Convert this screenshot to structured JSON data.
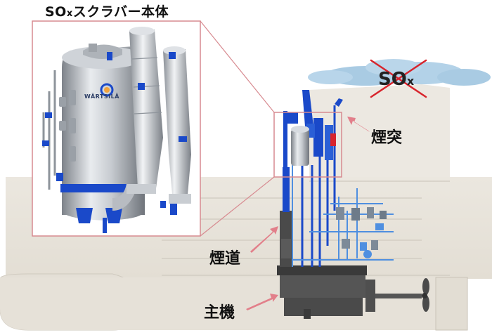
{
  "labels": {
    "scrubber_title_main": "SO",
    "scrubber_title_sub": "x",
    "scrubber_title_rest": "スクラバー本体",
    "chimney": "煙突",
    "flue": "煙道",
    "main_engine": "主機",
    "sox_main": "SO",
    "sox_sub": "x",
    "brand": "WÄRTSILÄ"
  },
  "colors": {
    "hull": "#e9e5dd",
    "hull_stroke": "#c9c4b9",
    "pipe_blue": "#1a49c9",
    "pipe_light": "#4f8fe0",
    "arrow_pink": "#e27f8a",
    "box_red": "#d78a90",
    "cloud": "#a9cbe3",
    "cross_red": "#d8242c",
    "engine_dark": "#4a4a4a",
    "steel": "#b8bcc2"
  }
}
